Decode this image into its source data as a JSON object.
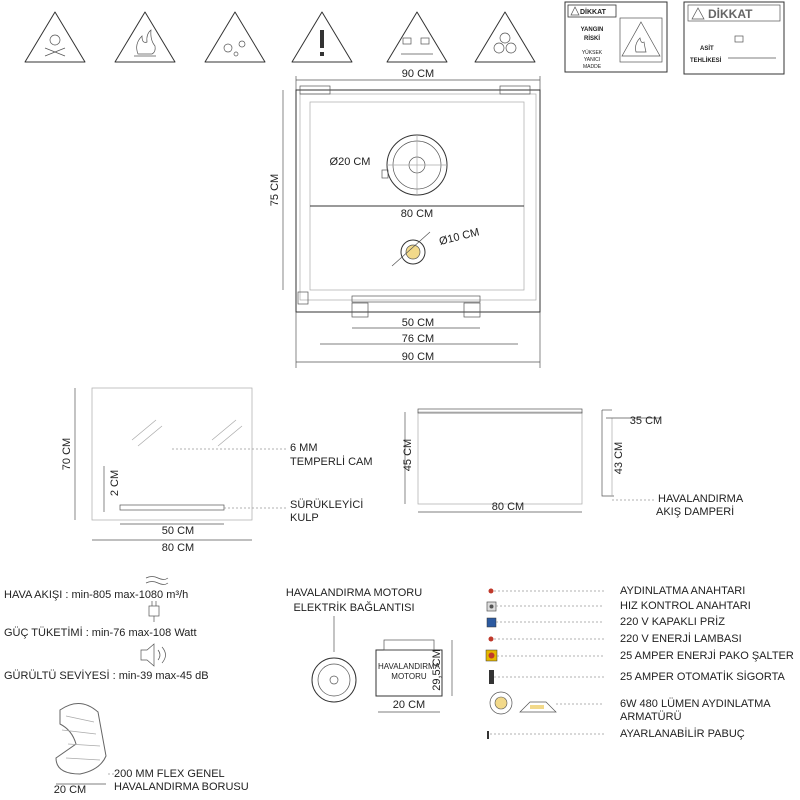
{
  "warning_icons": [
    {
      "name": "toxic-skull-icon"
    },
    {
      "name": "flammable-flame-icon"
    },
    {
      "name": "explosive-icon"
    },
    {
      "name": "general-warning-icon"
    },
    {
      "name": "corrosive-icon"
    },
    {
      "name": "biohazard-icon"
    }
  ],
  "sign1": {
    "header": "DİKKAT",
    "line1": "YANGIN",
    "line2": "RİSKİ",
    "line3": "YÜKSEK",
    "line4": "YANICI",
    "line5": "MADDE"
  },
  "sign2": {
    "header": "DİKKAT",
    "line1": "ASİT",
    "line2": "TEHLİKESİ"
  },
  "front_view": {
    "width_top": "90 CM",
    "height": "75 CM",
    "fan_diameter": "Ø20 CM",
    "inner_width": "80 CM",
    "light_diameter": "Ø10 CM",
    "handle_width": "50 CM",
    "mid_width": "76 CM",
    "width_bottom": "90 CM"
  },
  "glass_view": {
    "height": "70 CM",
    "handle_offset": "2 CM",
    "handle_width": "50 CM",
    "width": "80 CM",
    "glass_label_1": "6 MM",
    "glass_label_2": "TEMPERLİ CAM",
    "handle_label_1": "SÜRÜKLEYİCİ",
    "handle_label_2": "KULP"
  },
  "damper_view": {
    "height": "45 CM",
    "width": "80 CM",
    "side_height": "43 CM",
    "side_depth": "35 CM",
    "label_1": "HAVALANDIRMA",
    "label_2": "AKIŞ DAMPERİ"
  },
  "specs": {
    "airflow": "HAVA AKIŞI : min-805 max-1080 m³/h",
    "power": "GÜÇ TÜKETİMİ : min-76 max-108 Watt",
    "noise": "GÜRÜLTÜ SEVİYESİ : min-39 max-45 dB"
  },
  "motor": {
    "title_1": "HAVALANDIRMA MOTORU",
    "title_2": "ELEKTRİK BAĞLANTISI",
    "box_1": "HAVALANDIRMA",
    "box_2": "MOTORU",
    "height": "29,5 CM",
    "width": "20 CM"
  },
  "duct": {
    "width": "20 CM",
    "label_1": "200 MM FLEX GENEL",
    "label_2": "HAVALANDIRMA BORUSU"
  },
  "components": [
    {
      "label": "AYDINLATMA ANAHTARI"
    },
    {
      "label": "HIZ KONTROL ANAHTARI"
    },
    {
      "label": "220 V KAPAKLI PRİZ"
    },
    {
      "label": "220 V ENERJİ LAMBASI"
    },
    {
      "label": "25 AMPER ENERJİ PAKO ŞALTER"
    },
    {
      "label": "25 AMPER OTOMATİK SİGORTA"
    },
    {
      "label": "6W 480 LÜMEN AYDINLATMA"
    },
    {
      "label": "ARMATÜRÜ"
    },
    {
      "label": "AYARLANABİLİR PABUÇ"
    }
  ]
}
